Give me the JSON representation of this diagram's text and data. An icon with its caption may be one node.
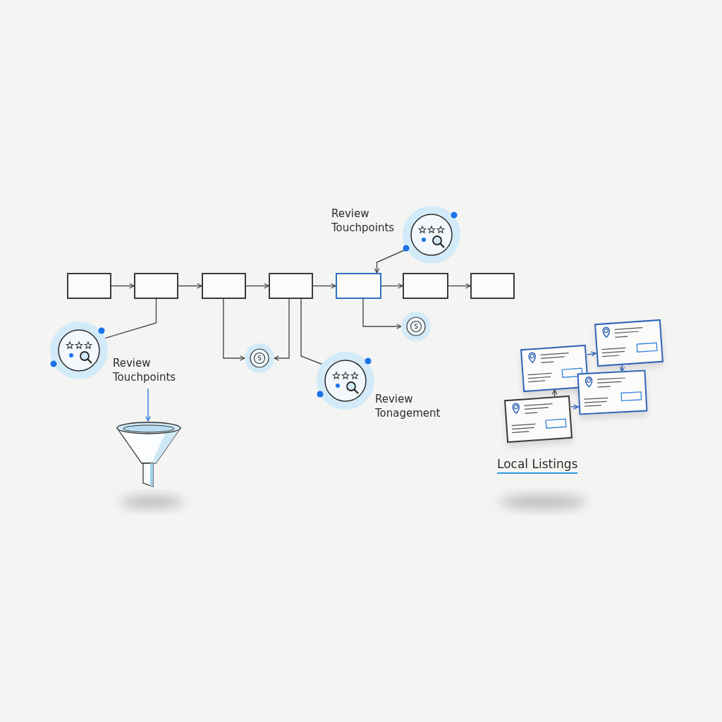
{
  "diagram": {
    "nodes": [
      {
        "text": [],
        "shape": "box"
      },
      {
        "text": [],
        "shape": "box"
      },
      {
        "text": [],
        "shape": "box"
      },
      {
        "text": [],
        "shape": "box"
      },
      {
        "text": [],
        "shape": "box"
      },
      {
        "text": [],
        "shape": "box"
      },
      {
        "text": [],
        "shape": "box"
      },
      {
        "text": [
          "Review Touchpoints"
        ]
      },
      {
        "text": [
          "Review Touchpoints"
        ]
      },
      {
        "text": [],
        "shape": "picture"
      },
      {
        "text": [
          "S"
        ]
      },
      {
        "text": [
          "Review Tonagement"
        ]
      },
      {
        "text": [
          "S"
        ]
      },
      {
        "text": [],
        "shape": "box"
      },
      {
        "text": [],
        "shape": "box"
      },
      {
        "text": [],
        "shape": "box"
      },
      {
        "text": [],
        "shape": "box"
      }
    ],
    "edges": [
      {
        "from": 0,
        "to": 1,
        "arrow": "to"
      },
      {
        "from": 1,
        "to": 2,
        "arrow": "to"
      },
      {
        "from": 2,
        "to": 3,
        "arrow": "to"
      },
      {
        "from": 3,
        "to": 4,
        "arrow": "to"
      },
      {
        "from": 4,
        "to": 5,
        "arrow": "to"
      },
      {
        "from": 5,
        "to": 6,
        "arrow": "to"
      },
      {
        "from": 7,
        "to": 4,
        "arrow": "to"
      },
      {
        "from": 1,
        "to": 8,
        "arrow": "none"
      },
      {
        "from": 8,
        "to": 9,
        "arrow": "to",
        "color": "#2a7de1"
      },
      {
        "from": 2,
        "to": 10,
        "arrow": "to"
      },
      {
        "from": 3,
        "to": 10,
        "arrow": "to"
      },
      {
        "from": 3,
        "to": 11,
        "arrow": "none"
      },
      {
        "from": 4,
        "to": 12,
        "arrow": "to"
      },
      {
        "from": 13,
        "to": 14,
        "arrow": "to",
        "color": "#2f63b8"
      },
      {
        "from": 14,
        "to": 15,
        "arrow": "to",
        "color": "#2f63b8"
      },
      {
        "from": 16,
        "to": 13,
        "arrow": "to"
      },
      {
        "from": 16,
        "to": 15,
        "arrow": "to",
        "color": "#2f63b8"
      }
    ],
    "labels": [
      "Local Listings"
    ]
  }
}
